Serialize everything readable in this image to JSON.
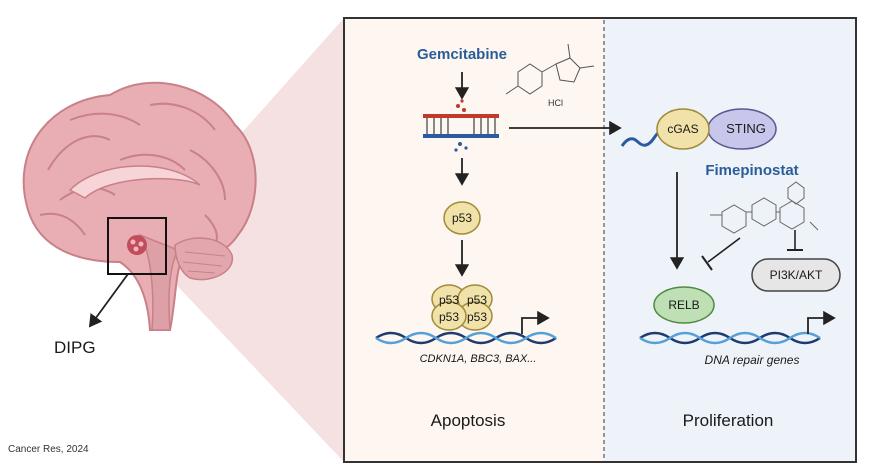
{
  "left": {
    "tumor_label": "DIPG",
    "citation": "Cancer Res, 2024"
  },
  "left_panel": {
    "drug": "Gemcitabine",
    "drug_salt": "HCl",
    "p53": "p53",
    "p53_complex": [
      "p53",
      "p53",
      "p53",
      "p53"
    ],
    "genes": "CDKN1A, BBC3, BAX...",
    "outcome": "Apoptosis"
  },
  "right_panel": {
    "cgas": "cGAS",
    "sting": "STING",
    "inhibitor": "Fimepinostat",
    "pathway": "PI3K/AKT",
    "relb": "RELB",
    "genes": "DNA repair genes",
    "outcome": "Proliferation"
  },
  "colors": {
    "brain": "#e8aeb4",
    "brain_dark": "#c98088",
    "left_panel_bg": "#fdf6f1",
    "right_panel_bg": "#eef3fa",
    "protein_fill": "#f0e2a8",
    "relb_fill": "#bfe0b4",
    "pi3k_fill": "#e6e6e6",
    "sting_fill": "#c8c6ea",
    "drug_blue": "#2a5d98",
    "dna_dark": "#1e3a6e",
    "dna_light": "#56a0d8"
  }
}
